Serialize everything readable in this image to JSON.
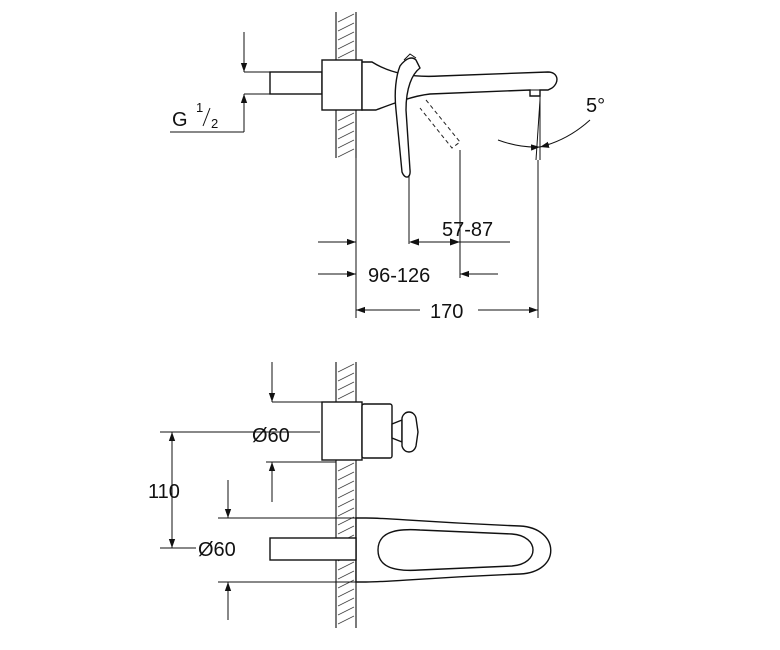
{
  "side_view": {
    "thread_label_main": "G",
    "thread_sup": "1",
    "thread_sub": "2",
    "angle_label": "5°",
    "lever_range_label": "57-87",
    "depth_range_label": "96-126",
    "spout_length_label": "170"
  },
  "front_view": {
    "upper_diameter_label": "Ø60",
    "centre_distance_label": "110",
    "lower_diameter_label": "Ø60"
  }
}
